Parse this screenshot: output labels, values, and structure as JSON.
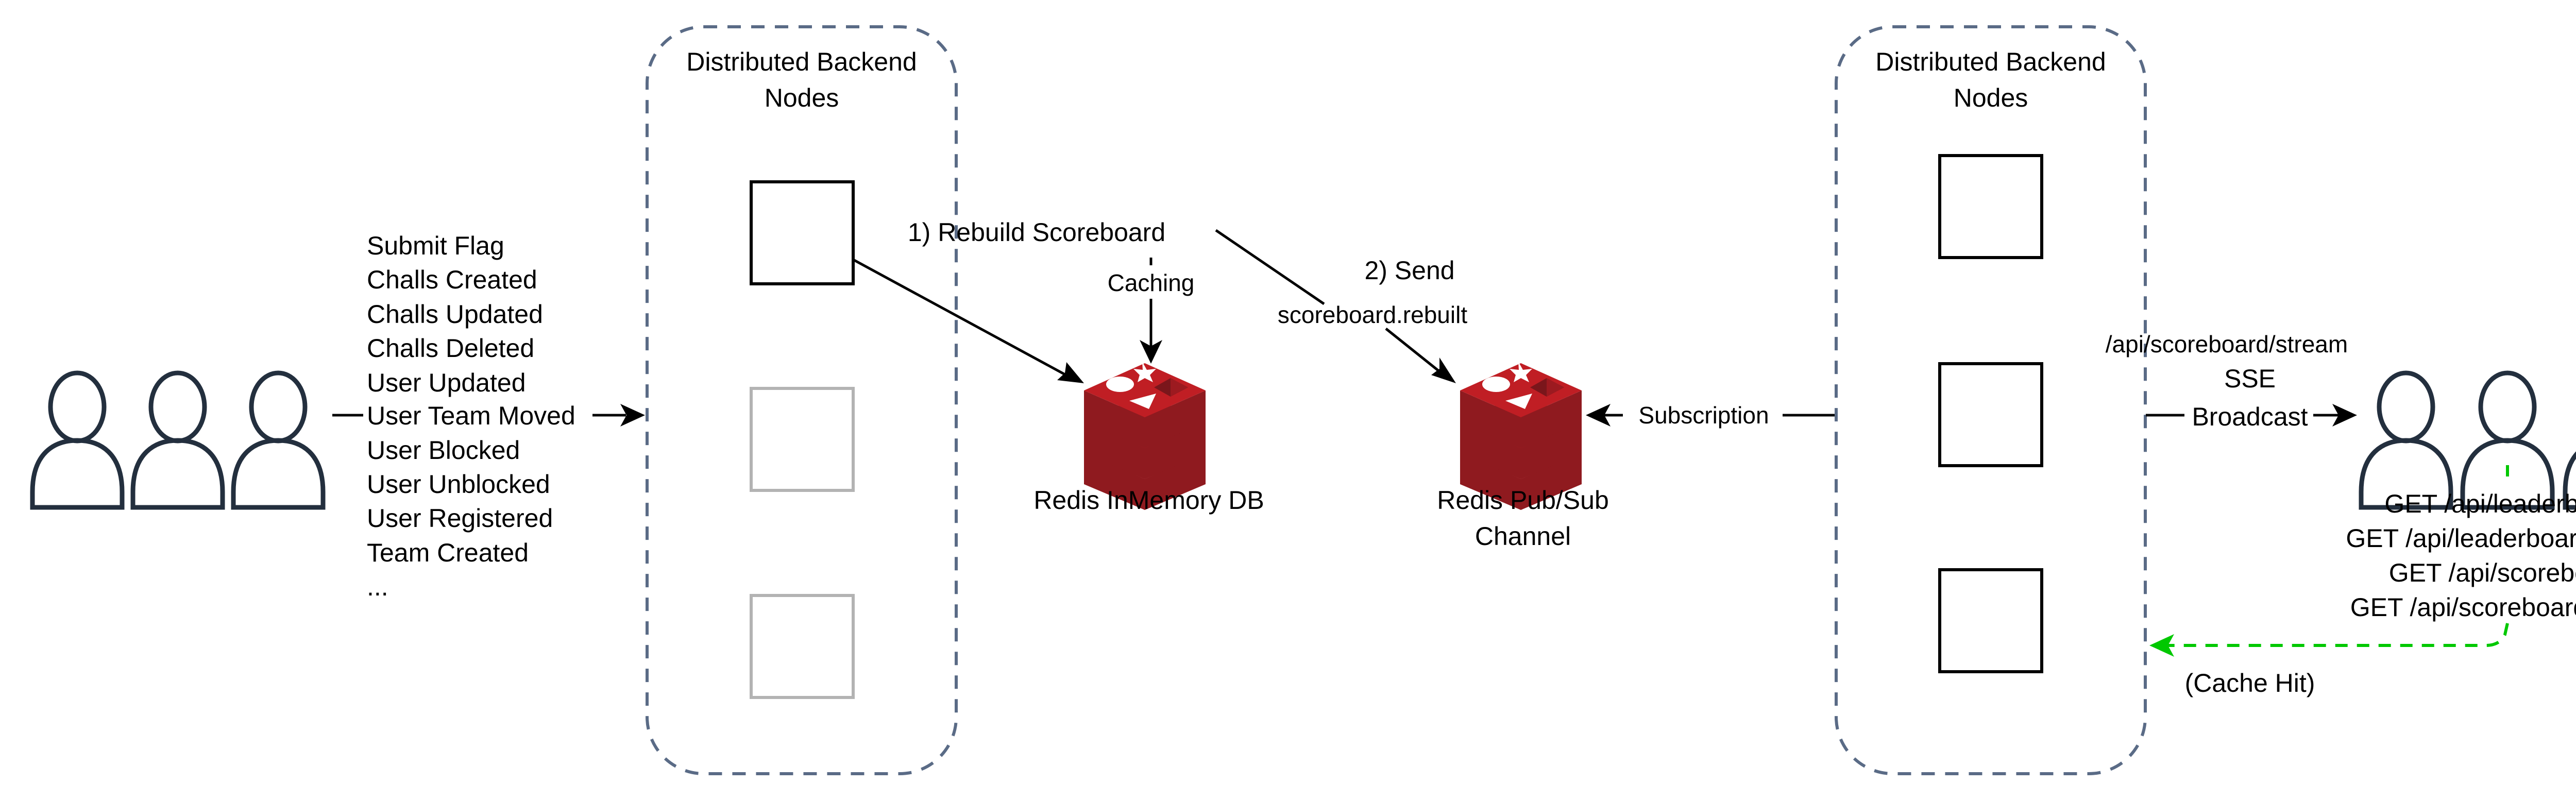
{
  "colors": {
    "container_border": "#5a6b86",
    "node_active": "#000000",
    "node_idle": "#b3b3b3",
    "redis_red": "#c01e24",
    "redis_dark": "#8f1a1f",
    "user_icon": "#232f3e",
    "cache_hit": "#00c800"
  },
  "users_left": {
    "icon": "users-icon",
    "count": 3
  },
  "events": [
    "Submit Flag",
    "Challs Created",
    "Challs Updated",
    "Challs Deleted",
    "User Updated",
    "User Team Moved",
    "User Blocked",
    "User Unblocked",
    "User Registered",
    "Team Created",
    "..."
  ],
  "container_left": {
    "title_line1": "Distributed Backend",
    "title_line2": "Nodes"
  },
  "container_right": {
    "title_line1": "Distributed Backend",
    "title_line2": "Nodes"
  },
  "edges": {
    "rebuild": "1) Rebuild Scoreboard",
    "caching": "Caching",
    "send_line1": "2) Send",
    "send_line2": "scoreboard.rebuilt",
    "subscription": "Subscription",
    "stream_path": "/api/scoreboard/stream",
    "sse": "SSE",
    "broadcast": "Broadcast",
    "cache_hit": "(Cache Hit)"
  },
  "redis_db": {
    "icon": "redis-icon",
    "label": "Redis InMemory DB"
  },
  "redis_pubsub": {
    "icon": "redis-icon",
    "label_line1": "Redis Pub/Sub",
    "label_line2": "Channel"
  },
  "users_right": {
    "icon": "users-icon",
    "count": 3
  },
  "api_requests": [
    "GET /api/leaderboard",
    "GET /api/leaderboard/teams",
    "GET /api/scoreboard",
    "GET /api/scoreboard/teams"
  ]
}
